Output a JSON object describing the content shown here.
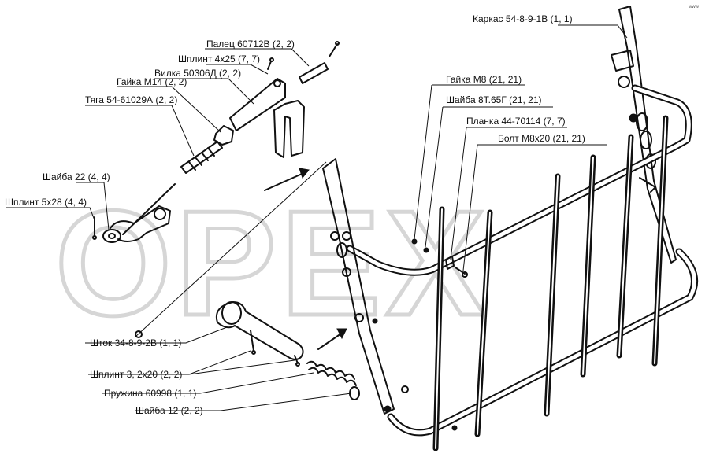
{
  "watermark": "ОРЕХ",
  "corner_mark": "www",
  "callouts": [
    {
      "id": "karkas",
      "text": "Каркас 54-8-9-1В (1, 1)"
    },
    {
      "id": "palec",
      "text": "Палец 60712В (2, 2)"
    },
    {
      "id": "shplint4x25",
      "text": "Шплинт 4х25 (7, 7)"
    },
    {
      "id": "vilka",
      "text": "Вилка 50306Д (2, 2)"
    },
    {
      "id": "gaikaM14",
      "text": "Гайка М14 (2, 2)"
    },
    {
      "id": "tyaga",
      "text": "Тяга 54-61029А (2, 2)"
    },
    {
      "id": "gaikaM8",
      "text": "Гайка М8 (21, 21)"
    },
    {
      "id": "shaiba8T",
      "text": "Шайба 8Т.65Г (21, 21)"
    },
    {
      "id": "planka",
      "text": "Планка 44-70114 (7, 7)"
    },
    {
      "id": "bolt",
      "text": "Болт М8х20 (21, 21)"
    },
    {
      "id": "shaiba22",
      "text": "Шайба 22 (4, 4)"
    },
    {
      "id": "shplint5x28",
      "text": "Шплинт 5х28 (4, 4)"
    },
    {
      "id": "shtok",
      "text": "Шток 34-8-9-2В (1, 1)"
    },
    {
      "id": "shplint3",
      "text": "Шплинт 3, 2х20 (2, 2)"
    },
    {
      "id": "pruzhina",
      "text": "Пружина 60998 (1, 1)"
    },
    {
      "id": "shaiba12",
      "text": "Шайба 12 (2, 2)"
    }
  ]
}
